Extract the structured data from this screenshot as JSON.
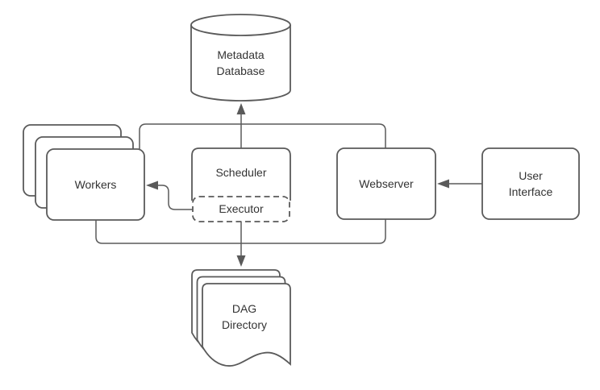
{
  "diagram": {
    "background": "#ffffff",
    "stroke_color": "#5a5a5a",
    "text_color": "#333333",
    "nodes": {
      "metadata_database": {
        "label": "Metadata Database",
        "shape": "cylinder"
      },
      "workers": {
        "label": "Workers",
        "shape": "stacked-rounded-rectangles",
        "stack_count": 3
      },
      "scheduler": {
        "label": "Scheduler",
        "shape": "rounded-rectangle"
      },
      "executor": {
        "label": "Executor",
        "shape": "dashed-rounded-rectangle"
      },
      "webserver": {
        "label": "Webserver",
        "shape": "rounded-rectangle"
      },
      "user_interface": {
        "label": "User Interface",
        "shape": "rounded-rectangle"
      },
      "dag_directory": {
        "label": "DAG Directory",
        "shape": "document-stack",
        "stack_count": 3
      }
    },
    "edges": [
      {
        "from": "scheduler",
        "to": "metadata_database",
        "arrow": "to"
      },
      {
        "from": "workers",
        "to": "metadata_database",
        "arrow": "to"
      },
      {
        "from": "webserver",
        "to": "metadata_database",
        "arrow": "to"
      },
      {
        "from": "executor",
        "to": "workers",
        "arrow": "to"
      },
      {
        "from": "user_interface",
        "to": "webserver",
        "arrow": "to"
      },
      {
        "from": "scheduler",
        "to": "dag_directory",
        "arrow": "to"
      },
      {
        "from": "workers",
        "to": "dag_directory",
        "arrow": "to"
      },
      {
        "from": "webserver",
        "to": "dag_directory",
        "arrow": "to"
      }
    ]
  }
}
